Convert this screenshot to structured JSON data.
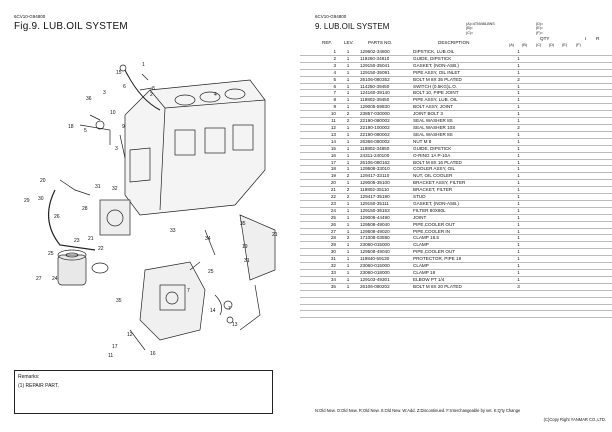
{
  "left": {
    "code": "6CV10-G94800",
    "fig_title": "Fig.9.  LUB.OIL SYSTEM",
    "remarks_title": "Remarks:",
    "remarks_text": "(1) REPAIR PART.",
    "callouts": [
      "1",
      "2",
      "3",
      "4",
      "5",
      "6",
      "7",
      "8",
      "9",
      "10",
      "11",
      "12",
      "13",
      "14",
      "15",
      "16",
      "17",
      "18",
      "19",
      "20",
      "21",
      "22",
      "23",
      "24",
      "25",
      "26",
      "27",
      "28",
      "29",
      "30",
      "31",
      "32",
      "33",
      "34",
      "35",
      "36",
      "37",
      "38",
      "39"
    ]
  },
  "right": {
    "code": "6CV10-G94800",
    "section_title": "9.  LUB.OIL SYSTEM",
    "marks": [
      "(A)=4TNV88-BNS",
      "(B)=",
      "(C)=",
      "(D)=",
      "(E)=",
      "(F)="
    ],
    "headers": {
      "ref": "REF.",
      "lev": "LEV.",
      "parts_no": "PARTS NO.",
      "description": "DESCRIPTION",
      "qty": "QTY",
      "i": "I",
      "r": "R"
    },
    "qty_cols": [
      "(A)",
      "(B)",
      "(C)",
      "(D)",
      "(E)",
      "(F)"
    ],
    "rows": [
      {
        "ref": "1",
        "lev": "1",
        "part": "129602-34800",
        "desc": "DIPSTICK, LUB.OIL",
        "a": "1",
        "i": "",
        "r": ""
      },
      {
        "ref": "2",
        "lev": "1",
        "part": "119260-34810",
        "desc": "GUIDE, DIPSTICK",
        "a": "1",
        "i": "",
        "r": ""
      },
      {
        "ref": "3",
        "lev": "1",
        "part": "129150-35041",
        "desc": "GASKET, (NON-ASB.)",
        "a": "1",
        "i": "",
        "r": ""
      },
      {
        "ref": "4",
        "lev": "1",
        "part": "129150-35091",
        "desc": "PIPE ASSY, OIL INLET",
        "a": "1",
        "i": "",
        "r": ""
      },
      {
        "ref": "5",
        "lev": "1",
        "part": "26106-080352",
        "desc": "BOLT M 8X 35 PLATED",
        "a": "2",
        "i": "",
        "r": ""
      },
      {
        "ref": "6",
        "lev": "1",
        "part": "114250-39450",
        "desc": "SWITCH (0.5KG)L.O.",
        "a": "1",
        "i": "",
        "r": ""
      },
      {
        "ref": "7",
        "lev": "1",
        "part": "124160-39140",
        "desc": "BOLT 10, PIPE JOINT",
        "a": "1",
        "i": "",
        "r": ""
      },
      {
        "ref": "8",
        "lev": "1",
        "part": "119802-39450",
        "desc": "PIPE ASSY, LUB. OIL",
        "a": "1",
        "i": "",
        "r": ""
      },
      {
        "ref": "9",
        "lev": "1",
        "part": "129005-59830",
        "desc": "BOLT ASSY, JOINT",
        "a": "1",
        "i": "",
        "r": ""
      },
      {
        "ref": "10",
        "lev": "2",
        "part": "23857-030000",
        "desc": "JOINT BOLT  3",
        "a": "1",
        "i": "",
        "r": ""
      },
      {
        "ref": "11",
        "lev": "2",
        "part": "22190-080002",
        "desc": "SEAL WASHER  8S",
        "a": "1",
        "i": "",
        "r": ""
      },
      {
        "ref": "12",
        "lev": "1",
        "part": "22190-100002",
        "desc": "SEAL WASHER  10S",
        "a": "2",
        "i": "",
        "r": ""
      },
      {
        "ref": "13",
        "lev": "1",
        "part": "22190-080002",
        "desc": "SEAL WASHER  8S",
        "a": "1",
        "i": "",
        "r": ""
      },
      {
        "ref": "14",
        "lev": "1",
        "part": "26366-080002",
        "desc": "NUT M 8",
        "a": "1",
        "i": "",
        "r": ""
      },
      {
        "ref": "15",
        "lev": "1",
        "part": "119802-34850",
        "desc": "GUIDE, DIPSTICK",
        "a": "1",
        "i": "",
        "r": ""
      },
      {
        "ref": "16",
        "lev": "1",
        "part": "24311-240100",
        "desc": "O-RING 1A P-10A",
        "a": "1",
        "i": "",
        "r": ""
      },
      {
        "ref": "17",
        "lev": "1",
        "part": "26106-080162",
        "desc": "BOLT M 8X 16 PLATED",
        "a": "1",
        "i": "",
        "r": ""
      },
      {
        "ref": "18",
        "lev": "1",
        "part": "129508-33010",
        "desc": "COOLER ASSY, OIL",
        "a": "1",
        "i": "",
        "r": ""
      },
      {
        "ref": "19",
        "lev": "2",
        "part": "129417-33110",
        "desc": "NUT, OIL COOLER",
        "a": "1",
        "i": "",
        "r": ""
      },
      {
        "ref": "20",
        "lev": "1",
        "part": "129005-35100",
        "desc": "BRACKET ASSY, FILTER",
        "a": "1",
        "i": "",
        "r": ""
      },
      {
        "ref": "21",
        "lev": "2",
        "part": "119802-35110",
        "desc": "BRACKET, FILTER",
        "a": "1",
        "i": "",
        "r": ""
      },
      {
        "ref": "22",
        "lev": "2",
        "part": "129417-35190",
        "desc": "STUD",
        "a": "1",
        "i": "",
        "r": ""
      },
      {
        "ref": "23",
        "lev": "1",
        "part": "129150-35111",
        "desc": "GASKET, (NON-ASB.)",
        "a": "1",
        "i": "",
        "r": ""
      },
      {
        "ref": "24",
        "lev": "1",
        "part": "129150-35153",
        "desc": "FILTER 80X80L",
        "a": "1",
        "i": "",
        "r": "1"
      },
      {
        "ref": "25",
        "lev": "1",
        "part": "129006-44490",
        "desc": "JOINT",
        "a": "1",
        "i": "",
        "r": ""
      },
      {
        "ref": "26",
        "lev": "1",
        "part": "129508-49040",
        "desc": "PIPE,COOLER OUT",
        "a": "1",
        "i": "",
        "r": ""
      },
      {
        "ref": "27",
        "lev": "1",
        "part": "129508-49020",
        "desc": "PIPE,COOLER IN",
        "a": "1",
        "i": "",
        "r": ""
      },
      {
        "ref": "28",
        "lev": "2",
        "part": "171008-03590",
        "desc": "CLAMP 18.5",
        "a": "1",
        "i": "",
        "r": ""
      },
      {
        "ref": "29",
        "lev": "1",
        "part": "23060-015000",
        "desc": "CLAMP",
        "a": "1",
        "i": "",
        "r": ""
      },
      {
        "ref": "30",
        "lev": "1",
        "part": "129508-49040",
        "desc": "PIPE,COOLER OUT",
        "a": "1",
        "i": "",
        "r": ""
      },
      {
        "ref": "31",
        "lev": "1",
        "part": "119840-59130",
        "desc": "PROTECTOR, PIPE 19",
        "a": "1",
        "i": "",
        "r": ""
      },
      {
        "ref": "32",
        "lev": "1",
        "part": "23060-015000",
        "desc": "CLAMP",
        "a": "1",
        "i": "",
        "r": ""
      },
      {
        "ref": "33",
        "lev": "1",
        "part": "23060-018000",
        "desc": "CLAMP 18",
        "a": "1",
        "i": "",
        "r": ""
      },
      {
        "ref": "34",
        "lev": "1",
        "part": "129103-49301",
        "desc": "ELBOW PT 1/4",
        "a": "1",
        "i": "",
        "r": ""
      },
      {
        "ref": "35",
        "lev": "1",
        "part": "26106-080202",
        "desc": "BOLT M 8X 20 PLATED",
        "a": "3",
        "i": "",
        "r": ""
      }
    ],
    "legend": "N:Old New. O:Old New. R:Old New. S:Old New. W:Add. Z:Discontinued. F:Interchangeable by set. K:Q'ty Change",
    "copyright": "(C)Copy Right YANMAR CO.,LTD."
  },
  "watermark": "AutoManual"
}
